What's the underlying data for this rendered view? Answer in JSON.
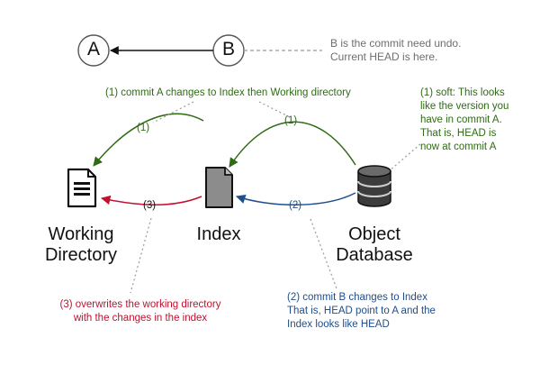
{
  "commits": {
    "a_label": "A",
    "b_label": "B",
    "b_note_line1": "B is the commit need undo.",
    "b_note_line2": "Current HEAD is here."
  },
  "areas": {
    "working_line1": "Working",
    "working_line2": "Directory",
    "index": "Index",
    "object_line1": "Object",
    "object_line2": "Database"
  },
  "notes": {
    "top_green": "(1) commit A changes to Index then Working directory",
    "soft_line1": "(1) soft: This looks",
    "soft_line2": "like the version you",
    "soft_line3": "have in commit A.",
    "soft_line4": "That is, HEAD is",
    "soft_line5": "now at commit A",
    "red_line1": "(3) overwrites the working directory",
    "red_line2": "with the changes in the index",
    "blue_line1": "(2) commit B changes to Index",
    "blue_line2": "That is, HEAD point to A and the",
    "blue_line3": "Index looks like HEAD"
  },
  "step_labels": {
    "green_left": "(1)",
    "green_right": "(1)",
    "red": "(3)",
    "blue": "(2)"
  },
  "colors": {
    "green": "#2f6b14",
    "red": "#c0112e",
    "blue": "#1f4e8c",
    "gray": "#9a9a9a",
    "dark": "#111111"
  },
  "icons": [
    "document-icon",
    "file-icon",
    "database-icon"
  ]
}
